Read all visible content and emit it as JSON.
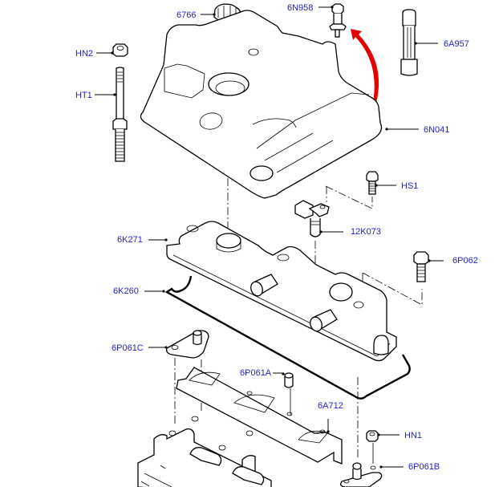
{
  "diagram": {
    "title": "",
    "accent_arrow_color": "#e60000",
    "label_color": "#2222cc",
    "callouts": [
      {
        "id": "6766",
        "label": "6766",
        "part": "oil-filler-cap"
      },
      {
        "id": "6N958",
        "label": "6N958",
        "part": "stud-bolt"
      },
      {
        "id": "6A957",
        "label": "6A957",
        "part": "dipstick-tube"
      },
      {
        "id": "HN2",
        "label": "HN2",
        "part": "nut"
      },
      {
        "id": "HT1",
        "label": "HT1",
        "part": "stud"
      },
      {
        "id": "6N041",
        "label": "6N041",
        "part": "engine-cover"
      },
      {
        "id": "HS1",
        "label": "HS1",
        "part": "bolt"
      },
      {
        "id": "12K073",
        "label": "12K073",
        "part": "camshaft-position-sensor"
      },
      {
        "id": "6K271",
        "label": "6K271",
        "part": "valve-cover"
      },
      {
        "id": "6P062",
        "label": "6P062",
        "part": "bolt"
      },
      {
        "id": "6K260",
        "label": "6K260",
        "part": "valve-cover-gasket"
      },
      {
        "id": "6P061C",
        "label": "6P061C",
        "part": "bracket"
      },
      {
        "id": "6P061A",
        "label": "6P061A",
        "part": "spacer"
      },
      {
        "id": "6A712",
        "label": "6A712",
        "part": "baffle"
      },
      {
        "id": "HN1",
        "label": "HN1",
        "part": "nut"
      },
      {
        "id": "6P061B",
        "label": "6P061B",
        "part": "bracket"
      }
    ]
  }
}
